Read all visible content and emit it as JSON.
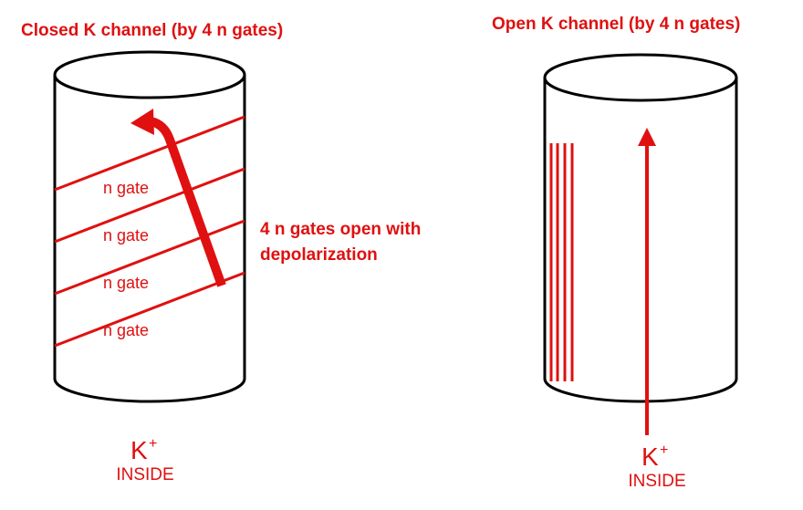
{
  "colors": {
    "accent": "#e01010",
    "outline": "#000000",
    "background": "#ffffff"
  },
  "closed": {
    "title": "Closed K channel (by 4 n gates)",
    "gates": [
      "n gate",
      "n gate",
      "n gate",
      "n gate"
    ],
    "annotation_line1": "4 n gates open with",
    "annotation_line2": "depolarization",
    "ion": "K",
    "ion_charge": "+",
    "side": "INSIDE"
  },
  "open": {
    "title": "Open K channel (by 4 n gates)",
    "ion": "K",
    "ion_charge": "+",
    "side": "INSIDE"
  }
}
